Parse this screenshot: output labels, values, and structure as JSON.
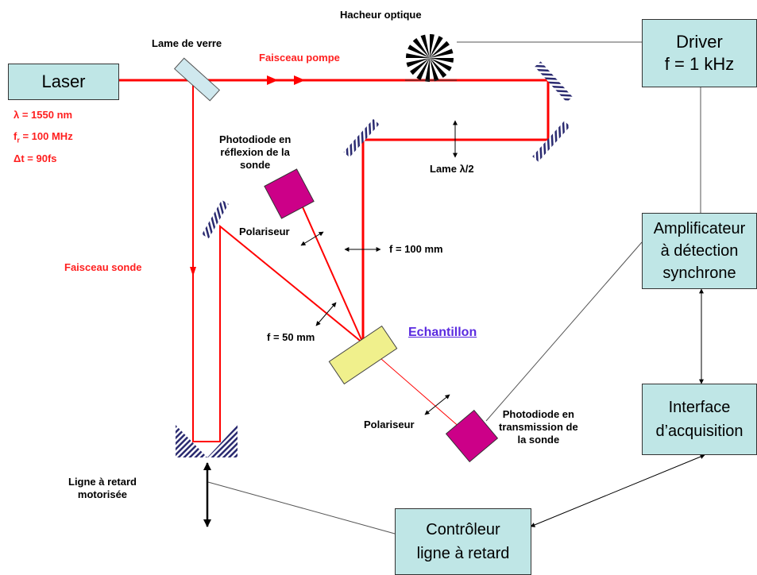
{
  "colors": {
    "beam": "#ff0000",
    "box_fill": "#bfe6e6",
    "photodiode": "#cc0088",
    "sample": "#f0f08c",
    "glass": "#cfe8ee",
    "mirror_hatch": "#2a2a70",
    "echantillon_text": "#5a2ae0"
  },
  "boxes": {
    "laser": "Laser",
    "driver": [
      "Driver",
      "f = 1 kHz"
    ],
    "amplificateur": [
      "Amplificateur",
      "à détection",
      "synchrone"
    ],
    "interface": [
      "Interface",
      "d’acquisition"
    ],
    "controleur": [
      "Contrôleur",
      "ligne à retard"
    ]
  },
  "laser_params": {
    "lambda": "λ = 1550 nm",
    "fr": "f",
    "fr_sub": "r",
    "fr_value": " = 100 MHz",
    "dt": "Δt = 90fs"
  },
  "labels": {
    "hacheur": "Hacheur optique",
    "lame_verre": "Lame de verre",
    "faisceau_pompe": "Faisceau pompe",
    "faisceau_sonde": "Faisceau sonde",
    "pd_reflexion": [
      "Photodiode en",
      "réflexion de la",
      "sonde"
    ],
    "lame_half": "Lame λ/2",
    "polariseur_top": "Polariseur",
    "f100": "f = 100 mm",
    "f50": "f = 50 mm",
    "echantillon": "Echantillon",
    "polariseur_bottom": "Polariseur",
    "pd_transmission": [
      "Photodiode en",
      "transmission de",
      "la sonde"
    ],
    "ligne_retard": [
      "Ligne à retard",
      "motorisée"
    ]
  }
}
